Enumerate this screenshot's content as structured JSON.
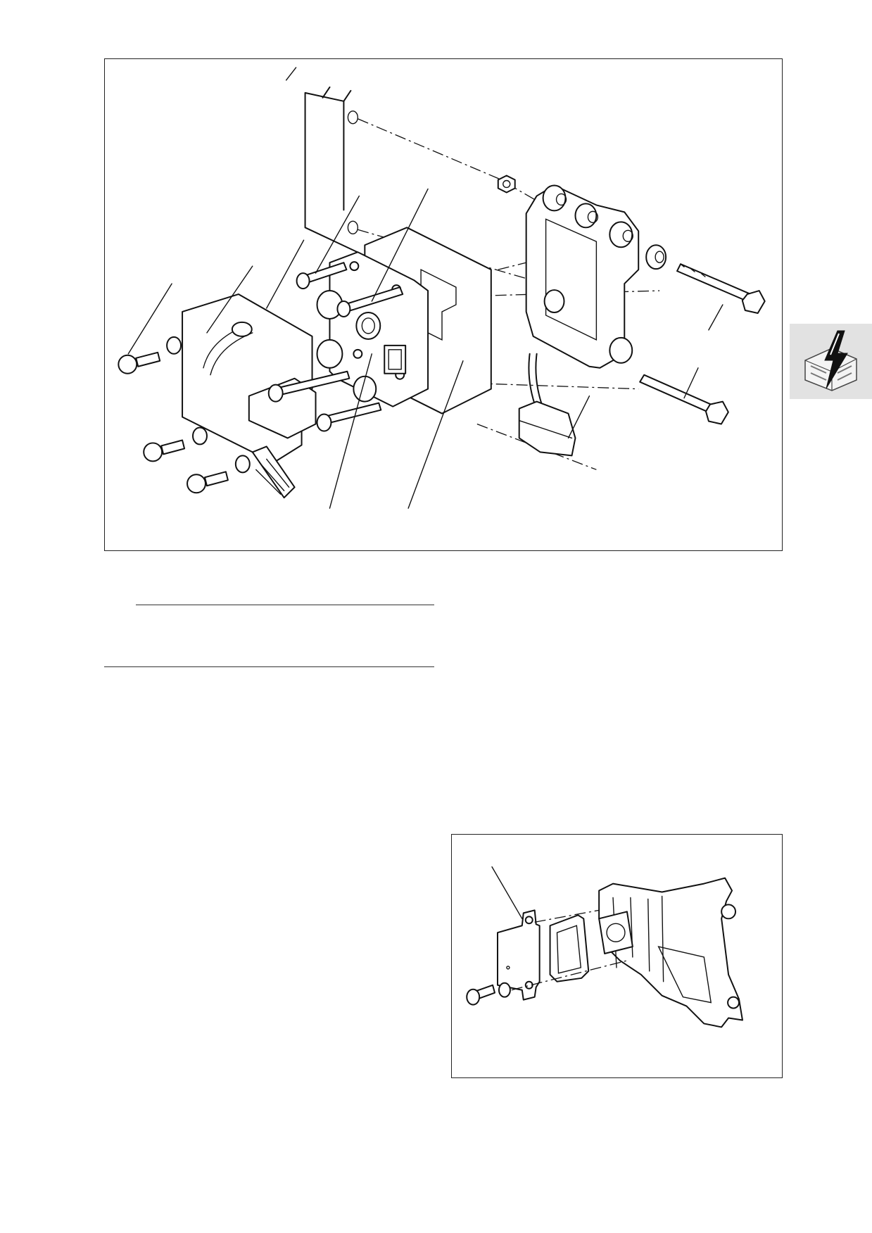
{
  "figures": [
    {
      "id": "fig-main",
      "icon": "ecu-assembly-exploded-diagram"
    },
    {
      "id": "fig-small",
      "icon": "ecu-mounting-plate-exploded-diagram"
    }
  ],
  "section_tab": {
    "icon": "electrical-system-lightning-icon",
    "background": "#e2e2e2"
  }
}
